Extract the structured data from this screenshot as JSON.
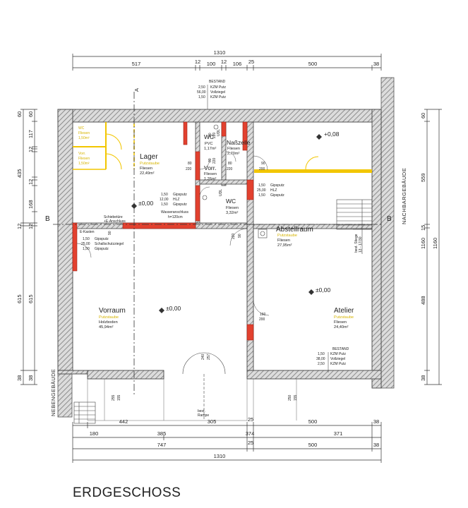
{
  "title": "ERDGESCHOSS",
  "colors": {
    "wall": "#555555",
    "hatch": "#9a9a9a",
    "red_wall": "#e2412f",
    "yellow": "#f2c600",
    "line": "#333333"
  },
  "dims": {
    "top_total": "1310",
    "top_row": [
      "517",
      "12",
      "100",
      "12",
      "106",
      "25",
      "500",
      "38"
    ],
    "left_col": [
      "60",
      "117",
      "12",
      "12",
      "435",
      "12",
      "168",
      "12",
      "615",
      "38"
    ],
    "left_outer": [
      "60",
      "615",
      "38"
    ],
    "right_col": [
      "60",
      "559",
      "15",
      "488",
      "38"
    ],
    "right_outer": [
      "1160",
      "1160"
    ],
    "bottom_row1": [
      "180",
      "442",
      "305",
      "25",
      "500",
      "38"
    ],
    "bottom_row2": [
      "385",
      "374",
      "371"
    ],
    "bottom_row3": [
      "747",
      "25",
      "500",
      "38"
    ],
    "bottom_total": "1310"
  },
  "labels": {
    "section_a": "A",
    "section_b": "B",
    "nachbar": "NACHBARGEBÄUDE",
    "neben": "NEBENGEBÄUDE",
    "e_kasten": "E-Kasten",
    "schiebetuer": "Schiebetüre",
    "e_anschluss": "+E-Anschluss",
    "wasser": "Wasseranschluss",
    "wasser_h": "h=120cm",
    "rampe1": "best.",
    "rampe2": "Rampe",
    "stiege1": "best. Stiege",
    "stiege2": "13 - 17/30",
    "udl1": "UDL",
    "udl2": "UDL"
  },
  "rooms": {
    "lager": {
      "name": "Lager",
      "sub": "Putzstaube",
      "floor": "Fliesen",
      "area": "22,49m²"
    },
    "wc1": {
      "name": "WC",
      "floor": "PVC",
      "area": "1,17m²"
    },
    "nasszelle": {
      "name": "Naßzelle",
      "floor": "Fliesen",
      "area": "2,70m²"
    },
    "vorr": {
      "name": "Vorr.",
      "floor": "Fliesen",
      "area": "1,26m²"
    },
    "wc2": {
      "name": "WC",
      "floor": "Fliesen",
      "area": "3,32m²"
    },
    "abstellraum": {
      "name": "Abstellraum",
      "sub": "Putzstaube",
      "floor": "Fliesen",
      "area": "27,95m²"
    },
    "vorraum": {
      "name": "Vorraum",
      "sub": "Putzstaube",
      "floor": "Holzboden",
      "area": "45,94m²"
    },
    "atelier": {
      "name": "Atelier",
      "sub": "Putzstaube",
      "floor": "Fliesen",
      "area": "24,40m²"
    },
    "wc_yellow": {
      "name": "WC",
      "floor": "Fliesen",
      "area": "1,50m²"
    },
    "vorr_yellow": {
      "name": "Vorr.",
      "floor": "Fliesen",
      "area": "1,50m²"
    }
  },
  "levels": {
    "top_right": "+0,08",
    "lager": "±0,00",
    "vorraum": "±0,00",
    "atelier": "±0,00"
  },
  "doors": {
    "d1": [
      "80",
      "220"
    ],
    "d2": [
      "80",
      "220"
    ],
    "d3": [
      "80",
      "220"
    ],
    "d4": [
      "80",
      "220"
    ],
    "d5": [
      "90",
      "200"
    ],
    "d6": [
      "90",
      "220"
    ],
    "d7": [
      "160",
      "200"
    ],
    "d8": [
      "240",
      "257"
    ],
    "d9": [
      "255",
      "155"
    ],
    "d10": [
      "250",
      "155"
    ],
    "d11": [
      "90"
    ]
  },
  "build": {
    "bestand_top": {
      "title": "BESTAND",
      "rows": [
        [
          "2,50",
          "KZM Putz"
        ],
        [
          "56,00",
          "Vollziegel"
        ],
        [
          "1,50",
          "KZM Putz"
        ]
      ]
    },
    "bestand_bottom": {
      "title": "BESTAND",
      "rows": [
        [
          "1,50",
          "KZM Putz"
        ],
        [
          "38,00",
          "Vollziegel"
        ],
        [
          "2,50",
          "KZM Putz"
        ]
      ]
    },
    "wall_wc": {
      "rows": [
        [
          "1,50",
          "Gipsputz"
        ],
        [
          "12,00",
          "HLZ"
        ],
        [
          "1,50",
          "Gipsputz"
        ]
      ]
    },
    "wall_abst": {
      "rows": [
        [
          "1,50",
          "Gipsputz"
        ],
        [
          "25,00",
          "HLZ"
        ],
        [
          "1,50",
          "Gipsputz"
        ]
      ]
    },
    "wall_vorraum": {
      "rows": [
        [
          "1,50",
          "Gipsputz"
        ],
        [
          "25,00",
          "Schallschutzziegel"
        ],
        [
          "1,50",
          "Gipsputz"
        ]
      ]
    }
  }
}
